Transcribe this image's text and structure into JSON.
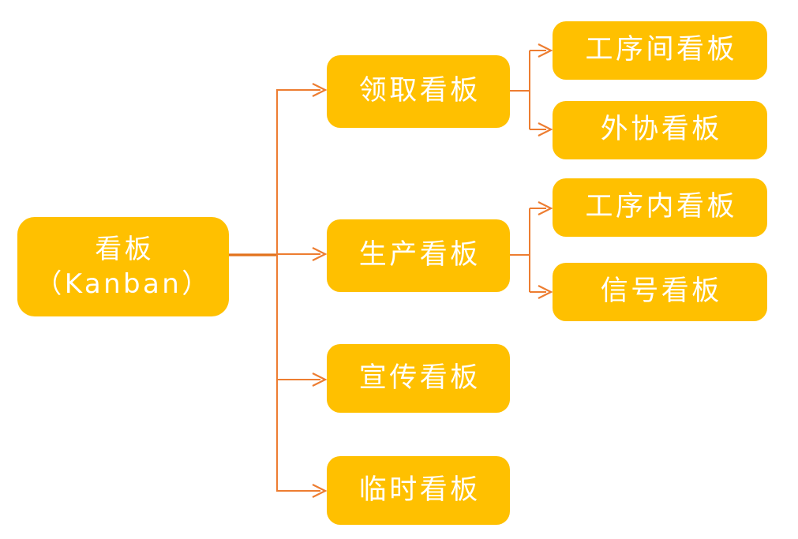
{
  "diagram": {
    "type": "tree-hierarchy",
    "orientation": "left-to-right",
    "background_color": "#FFFFFF",
    "node_fill_color": "#FFC000",
    "node_text_color": "#FFFFFF",
    "connector_color": "#ED7D31",
    "root_connector_color": "#E2721C",
    "root": {
      "label": "看板\n（Kanban）",
      "line1": "看 板",
      "line2": "（Kanban）"
    },
    "level2": [
      {
        "label": "领取看板"
      },
      {
        "label": "生产看板"
      },
      {
        "label": "宣传看板"
      },
      {
        "label": "临时看板"
      }
    ],
    "level3": [
      {
        "label": "工序间看板",
        "parent": "领取看板"
      },
      {
        "label": "外协看板",
        "parent": "领取看板"
      },
      {
        "label": "工序内看板",
        "parent": "生产看板"
      },
      {
        "label": "信号看板",
        "parent": "生产看板"
      }
    ]
  }
}
